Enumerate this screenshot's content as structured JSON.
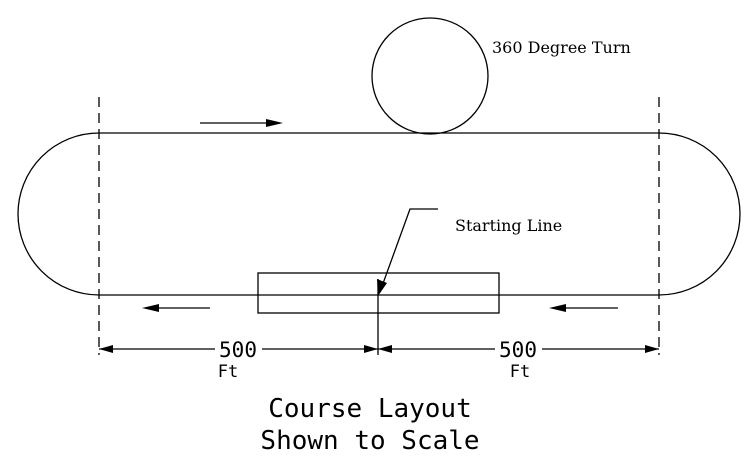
{
  "annotations": {
    "turn_label": "360 Degree Turn",
    "start_label": "Starting Line"
  },
  "dimensions": {
    "left_value": "500",
    "left_unit": "Ft",
    "right_value": "500",
    "right_unit": "Ft"
  },
  "caption": {
    "line1": "Course Layout",
    "line2": "Shown to Scale"
  },
  "colors": {
    "ink": "#000000",
    "background": "#ffffff"
  }
}
